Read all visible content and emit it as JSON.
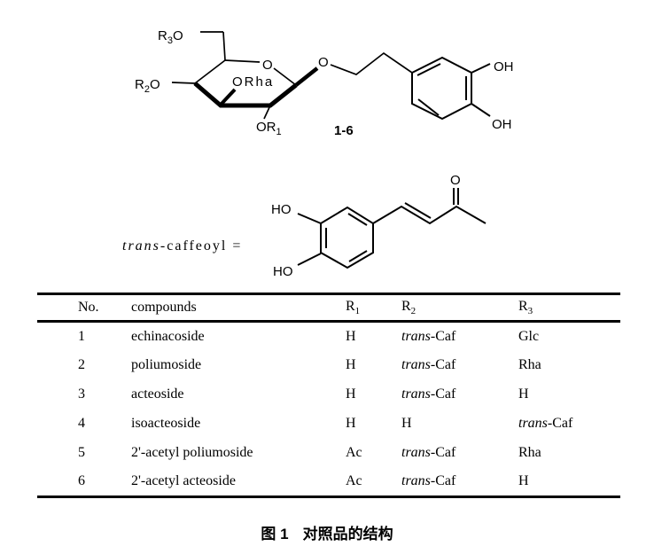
{
  "page": {
    "background": "#ffffff",
    "ink": "#000000"
  },
  "glycoside_structure": {
    "r3o": {
      "pre": "R",
      "sub": "3",
      "post": "O"
    },
    "r2o": {
      "pre": "R",
      "sub": "2",
      "post": "O"
    },
    "orha": "ORha",
    "or1": {
      "pre": "OR",
      "sub": "1",
      "post": ""
    },
    "ring_o": "O",
    "glycosidic_o": "O",
    "oh_upper": "OH",
    "oh_lower": "OH",
    "compound_numbers": "1-6"
  },
  "caffeoyl_structure": {
    "label_italic": "trans",
    "label_rest": "-caffeoyl =",
    "ho_upper": "HO",
    "ho_lower": "HO",
    "carbonyl_o": "O"
  },
  "table": {
    "headers": [
      {
        "text": "No."
      },
      {
        "text": "compounds"
      },
      {
        "text": "R",
        "sub": "1"
      },
      {
        "text": "R",
        "sub": "2"
      },
      {
        "text": "R",
        "sub": "3"
      }
    ],
    "rows": [
      [
        "1",
        "echinacoside",
        "H",
        "trans-Caf",
        "Glc"
      ],
      [
        "2",
        "poliumoside",
        "H",
        "trans-Caf",
        "Rha"
      ],
      [
        "3",
        "acteoside",
        "H",
        "trans-Caf",
        "H"
      ],
      [
        "4",
        "isoacteoside",
        "H",
        "H",
        "trans-Caf"
      ],
      [
        "5",
        "2'-acetyl poliumoside",
        "Ac",
        "trans-Caf",
        "Rha"
      ],
      [
        "6",
        "2'-acetyl acteoside",
        "Ac",
        "trans-Caf",
        "H"
      ]
    ]
  },
  "caption": {
    "figure_label": "图 1",
    "title": "对照品的结构"
  }
}
